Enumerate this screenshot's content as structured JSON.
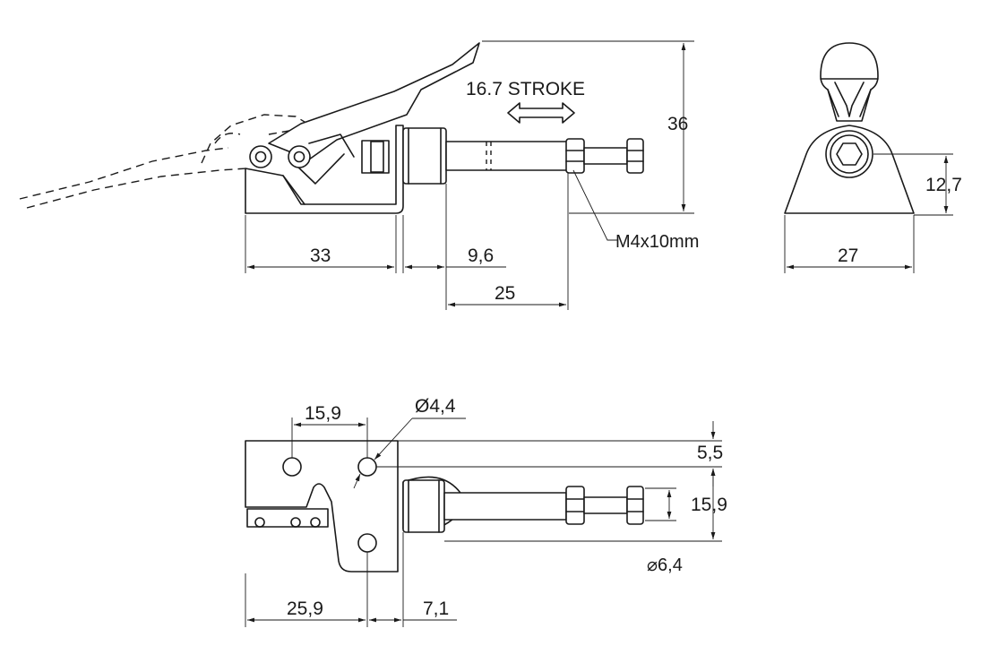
{
  "labels": {
    "stroke": "16.7 STROKE",
    "height_36": "36",
    "height_12_7": "12,7",
    "width_27": "27",
    "len_33": "33",
    "len_9_6": "9,6",
    "len_25": "25",
    "thread": "M4x10mm",
    "hole_spacing_15_9_top": "15,9",
    "hole_dia": "Ø4,4",
    "offset_5_5": "5,5",
    "spacing_15_9_right": "15,9",
    "rod_dia": "⌀6,4",
    "len_25_9": "25,9",
    "len_7_1": "7,1"
  },
  "colors": {
    "line": "#1a1a1a",
    "background": "#ffffff"
  }
}
